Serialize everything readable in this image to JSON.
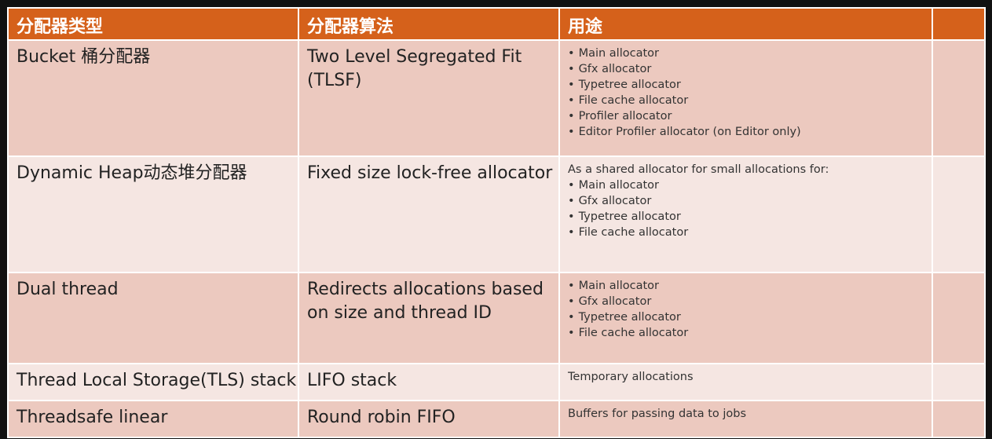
{
  "table": {
    "headers": [
      "分配器类型",
      "分配器算法",
      "用途",
      ""
    ],
    "rows": [
      {
        "type": "Bucket 桶分配器",
        "algorithm": "Two Level Segregated Fit (TLSF)",
        "usage_intro": "",
        "usage_items": [
          "Main allocator",
          "Gfx allocator",
          "Typetree allocator",
          "File cache allocator",
          "Profiler allocator",
          "Editor Profiler allocator (on Editor only)"
        ]
      },
      {
        "type": "Dynamic Heap动态堆分配器",
        "algorithm": "Fixed size lock-free allocator",
        "usage_intro": "As a shared allocator for small allocations for:",
        "usage_items": [
          "Main allocator",
          "Gfx allocator",
          "Typetree allocator",
          "File cache allocator"
        ]
      },
      {
        "type": "Dual thread",
        "algorithm": "Redirects allocations based on size and thread ID",
        "usage_intro": "",
        "usage_items": [
          "Main allocator",
          "Gfx allocator",
          "Typetree allocator",
          "File cache allocator"
        ]
      },
      {
        "type": "Thread Local Storage(TLS) stack",
        "algorithm": "LIFO stack",
        "usage_intro": "Temporary allocations",
        "usage_items": []
      },
      {
        "type": "Threadsafe linear",
        "algorithm": "Round robin FIFO",
        "usage_intro": "Buffers for passing data to jobs",
        "usage_items": []
      }
    ]
  }
}
